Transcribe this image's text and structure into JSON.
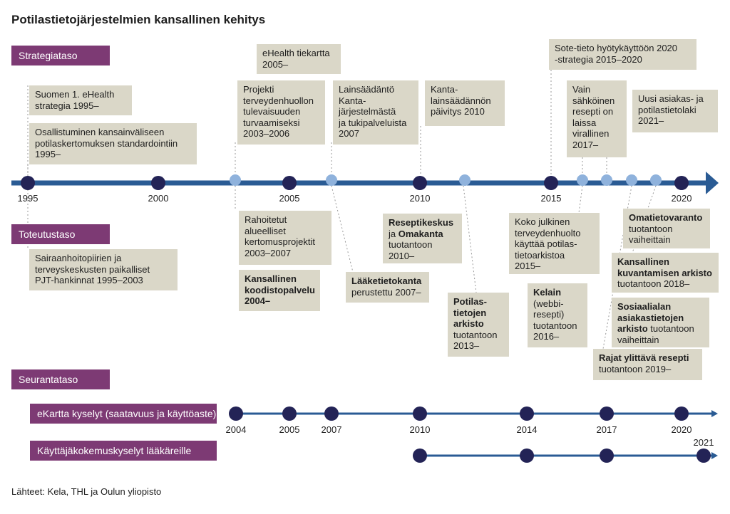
{
  "title": "Potilastietojärjestelmien kansallinen kehitys",
  "sections": {
    "strategy": "Strategiataso",
    "implementation": "Toteutustaso",
    "monitoring": "Seurantataso"
  },
  "main_axis_labels": [
    "1995",
    "2000",
    "2005",
    "2010",
    "2015",
    "2020"
  ],
  "strategy_boxes": [
    "Suomen 1. eHealth\nstrategia 1995–",
    "Osallistuminen kansainväliseen\npotilaskertomuksen standardointiin\n1995–",
    "eHealth tiekartta\n2005–",
    "Projekti\nterveydenhuollon\ntulevaisuuden\nturvaamiseksi\n2003–2006",
    "Lainsäädäntö\nKanta-\njärjestelmästä\nja tukipalveluista\n2007",
    "Kanta-\nlainsäädännön\npäivitys 2010",
    "Sote-tieto hyötykäyttöön 2020\n-strategia 2015–2020",
    "Vain\nsähköinen\nresepti on\nlaissa\nvirallinen\n2017–",
    "Uusi asiakas- ja\npotilastietolaki\n2021–"
  ],
  "implementation_boxes": {
    "b1": "Sairaanhoitopiirien ja\nterveyskeskusten paikalliset\nPJT-hankinnat 1995–2003",
    "b2": "Rahoitetut\nalueelliset\nkertomusprojektit\n2003–2007",
    "b3_bold": "Kansallinen\nkoodistopalvelu\n2004–",
    "b4_bold": "Lääketietokanta",
    "b4_rest": "\nperustettu 2007–",
    "b5_bold1": "Reseptikeskus",
    "b5_mid": "\nja ",
    "b5_bold2": "Omakanta",
    "b5_rest": "\ntuotantoon\n2010–",
    "b6_bold": "Potilas-\ntietojen\narkisto",
    "b6_rest": "\ntuotantoon\n2013–",
    "b7": "Koko julkinen\nterveydenhuolto\nkäyttää potilas-\ntietoarkistoa\n2015–",
    "b8_bold": "Kelain",
    "b8_rest": "\n(webbi-\nresepti)\ntuotantoon\n2016–",
    "b9_bold": "Omatietovaranto",
    "b9_rest": "\ntuotantoon\nvaiheittain",
    "b10_bold": "Kansallinen\nkuvantamisen arkisto",
    "b10_rest": "\ntuotantoon 2018–",
    "b11_bold": "Sosiaalialan\nasiakastietojen\narkisto",
    "b11_rest": " tuotantoon\nvaiheittain",
    "b12_bold": "Rajat ylittävä resepti",
    "b12_rest": "\ntuotantoon 2019–"
  },
  "monitoring": {
    "ekartta": {
      "label": "eKartta kyselyt (saatavuus ja käyttöaste)",
      "years": [
        "2004",
        "2005",
        "2007",
        "2010",
        "2014",
        "2017",
        "2020"
      ]
    },
    "doctors": {
      "label": "Käyttäjäkokemuskyselyt lääkäreille",
      "years": [
        "2021"
      ]
    }
  },
  "source": "Lähteet: Kela, THL ja Oulun yliopisto",
  "colors": {
    "timeline": "#2a5b94",
    "event_dot": "#232356",
    "minor_dot": "#8fb2dc",
    "box": "#dad7c8",
    "badge": "#7d3a74"
  }
}
